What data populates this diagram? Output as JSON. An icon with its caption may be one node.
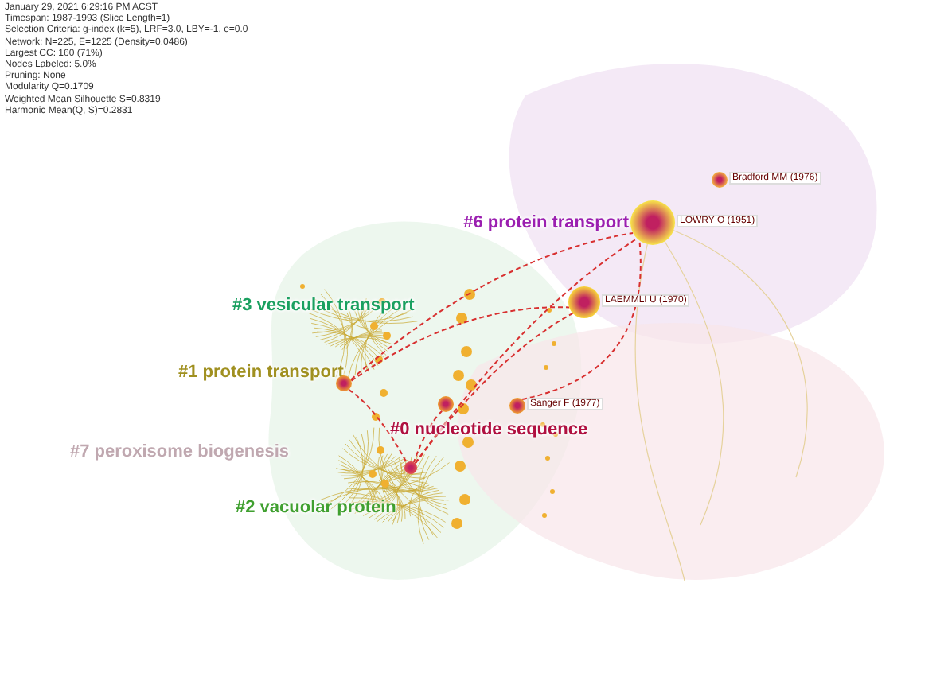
{
  "diagram": {
    "nodes": [
      {
        "text": [
          "LOWRY O (1951)"
        ]
      },
      {
        "text": [
          "LAEMMLI U (1970)"
        ]
      },
      {
        "text": [
          "Bradford MM (1976)"
        ]
      },
      {
        "text": [
          "Sanger F (1977)"
        ]
      },
      {
        "text": [],
        "shape": "circle"
      },
      {
        "text": [],
        "shape": "circle"
      },
      {
        "text": [],
        "shape": "circle"
      }
    ],
    "edges": [
      {
        "from": 4,
        "to": 0,
        "arrow": "none",
        "style": "dashed"
      },
      {
        "from": 4,
        "to": 1,
        "arrow": "none",
        "style": "dashed"
      },
      {
        "from": 5,
        "to": 0,
        "arrow": "none",
        "style": "dashed"
      },
      {
        "from": 5,
        "to": 1,
        "arrow": "none",
        "style": "dashed"
      },
      {
        "from": 3,
        "to": 0,
        "arrow": "none",
        "style": "dashed"
      },
      {
        "from": 4,
        "to": 5,
        "arrow": "none",
        "style": "dashed"
      },
      {
        "from": 6,
        "to": 5,
        "arrow": "none",
        "style": "dashed"
      }
    ],
    "labels": [
      "January 29, 2021 6:29:16 PM ACST",
      "Timespan: 1987-1993 (Slice Length=1)",
      "Selection Criteria: g-index (k=5), LRF=3.0, LBY=-1, e=0.0",
      "Network: N=225, E=1225 (Density=0.0486)",
      "Largest CC: 160 (71%)",
      "Nodes Labeled: 5.0%",
      "Pruning: None",
      "Modularity Q=0.1709",
      "Weighted Mean Silhouette S=0.8319",
      "Harmonic Mean(Q, S)=0.2831",
      "#6 protein transport",
      "#3 vesicular transport",
      "#1 protein transport",
      "#0 nucleotide sequence",
      "#7 peroxisome biogenesis",
      "#2 vacuolar protein"
    ]
  }
}
